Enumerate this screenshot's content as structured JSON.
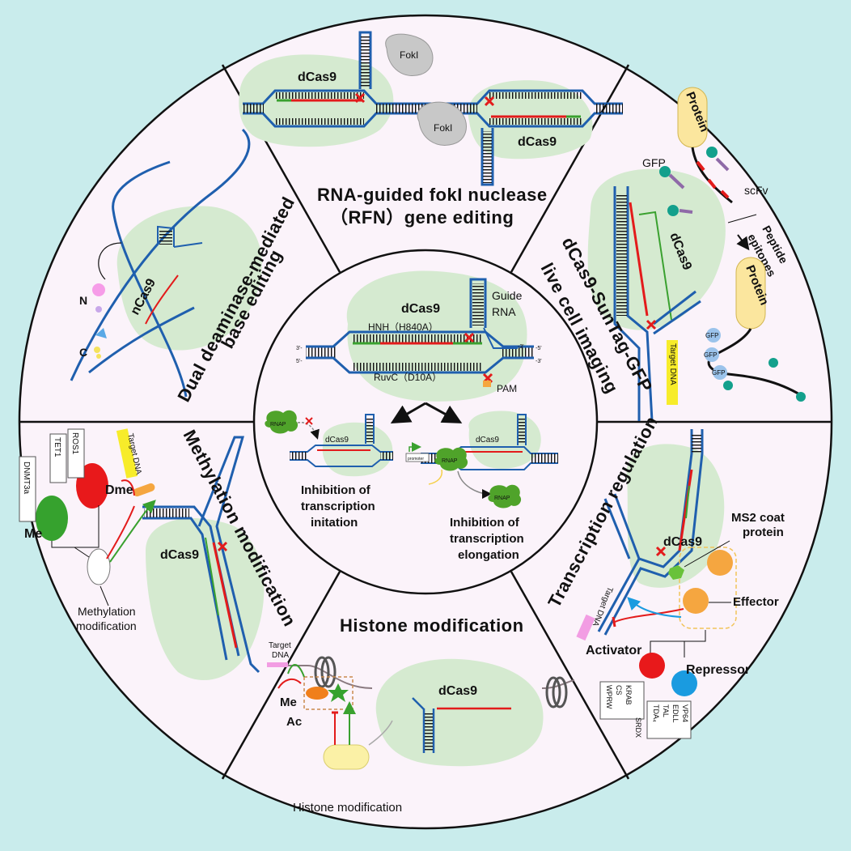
{
  "colors": {
    "page_bg": "#c9ecec",
    "disc_bg": "#fbf3fa",
    "blob": "#d5ead0",
    "dna_blue": "#1f5fae",
    "guide_red": "#e31b1b",
    "guide_green": "#3aa12f",
    "rnap_green": "#4fa32a",
    "yellow": "#f7ec2a",
    "gfp_teal": "#13a08c",
    "scfv_purple": "#8f6aa8",
    "orange": "#f5a640",
    "activator_red": "#e8191b",
    "repressor_blue": "#1a9be0"
  },
  "center": {
    "dcas9": "dCas9",
    "guide_rna": [
      "Guide",
      "RNA"
    ],
    "hnh": "HNH（H840A）",
    "ruvc": "RuvC（D10A）",
    "pam": "PAM",
    "prime3": "3'-",
    "prime5": "5'-",
    "prime5_end": "-5'",
    "prime3_end": "-3'",
    "rnap": "RNAP",
    "promoter": "promoter",
    "left_caption": [
      "Inhibition of",
      "transcription",
      "initation"
    ],
    "right_caption": [
      "Inhibition of",
      "transcription",
      "elongation"
    ]
  },
  "top": {
    "title_line1": "RNA-guided fokI  nuclease",
    "title_line2": "（RFN）gene editing",
    "dcas9": "dCas9",
    "foki": "FokI"
  },
  "top_left": {
    "title_line1": "Dual deaminase-mediated",
    "title_line2": "base editing",
    "ncas9": "nCas9",
    "n": "N",
    "c": "C"
  },
  "top_right": {
    "title_line1": "dCas9-SunTag-GFP",
    "title_line2": "live cell imaging",
    "protein": "Protein",
    "gfp": "GFP",
    "scfv": "scFv",
    "peptide": "Peptide",
    "epitopes": "epitopes",
    "dcas9": "dCas9",
    "target_dna": "Target DNA"
  },
  "bottom_left": {
    "title": "Methylation modification",
    "dnmt3a": "DNMT3a",
    "tet1": "TET1",
    "ros1": "ROS1",
    "dme": "Dme",
    "me": "Me",
    "target_dna": "Target DNA",
    "dcas9": "dCas9",
    "caption_line1": "Methylation",
    "caption_line2": "modification"
  },
  "bottom": {
    "title": "Histone modification",
    "target": "Target",
    "dna": "DNA",
    "me": "Me",
    "ac": "Ac",
    "dcas9": "dCas9",
    "caption": "Histone modification"
  },
  "bottom_right": {
    "title": "Transcription regulation",
    "ms2_line1": "MS2 coat",
    "ms2_line2": "protein",
    "dcas9": "dCas9",
    "effector": "Effector",
    "activator": "Activator",
    "repressor": "Repressor",
    "target_dna": "Target DNA",
    "activators_list": [
      "VP64",
      "EDLL",
      "TAL",
      "TDA₄"
    ],
    "repressors_list": [
      "SRDX",
      "KRAB",
      "CS",
      "WPRW"
    ]
  }
}
